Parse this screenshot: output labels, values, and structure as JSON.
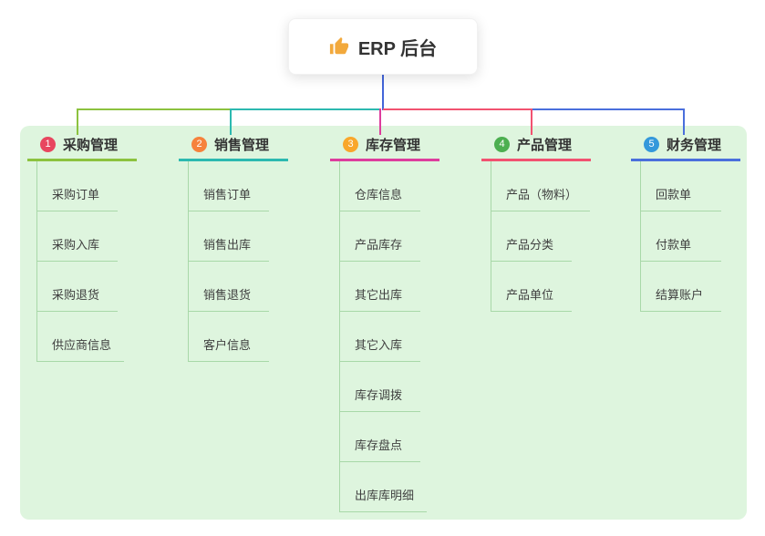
{
  "root": {
    "title": "ERP 后台",
    "icon": "thumbs-up-icon"
  },
  "branches": [
    {
      "number": "1",
      "label": "采购管理",
      "color": "#8cc23f",
      "badge_color": "#e8465f",
      "children": [
        "采购订单",
        "采购入库",
        "采购退货",
        "供应商信息"
      ]
    },
    {
      "number": "2",
      "label": "销售管理",
      "color": "#2cb9b0",
      "badge_color": "#f6823c",
      "children": [
        "销售订单",
        "销售出库",
        "销售退货",
        "客户信息"
      ]
    },
    {
      "number": "3",
      "label": "库存管理",
      "color": "#dd3d9d",
      "badge_color": "#f9a72b",
      "children": [
        "仓库信息",
        "产品库存",
        "其它出库",
        "其它入库",
        "库存调拨",
        "库存盘点",
        "出库库明细"
      ]
    },
    {
      "number": "4",
      "label": "产品管理",
      "color": "#f25270",
      "badge_color": "#4caf50",
      "children": [
        "产品（物料）",
        "产品分类",
        "产品单位"
      ]
    },
    {
      "number": "5",
      "label": "财务管理",
      "color": "#4a6fdc",
      "badge_color": "#3498db",
      "children": [
        "回款单",
        "付款单",
        "结算账户"
      ]
    }
  ],
  "colors": {
    "canvas_bg": "#ffffff",
    "panel_bg": "#def5de",
    "child_line": "#a8d8a8",
    "root_connector": "#4365d9",
    "thumb_icon": "#f2a93c"
  }
}
